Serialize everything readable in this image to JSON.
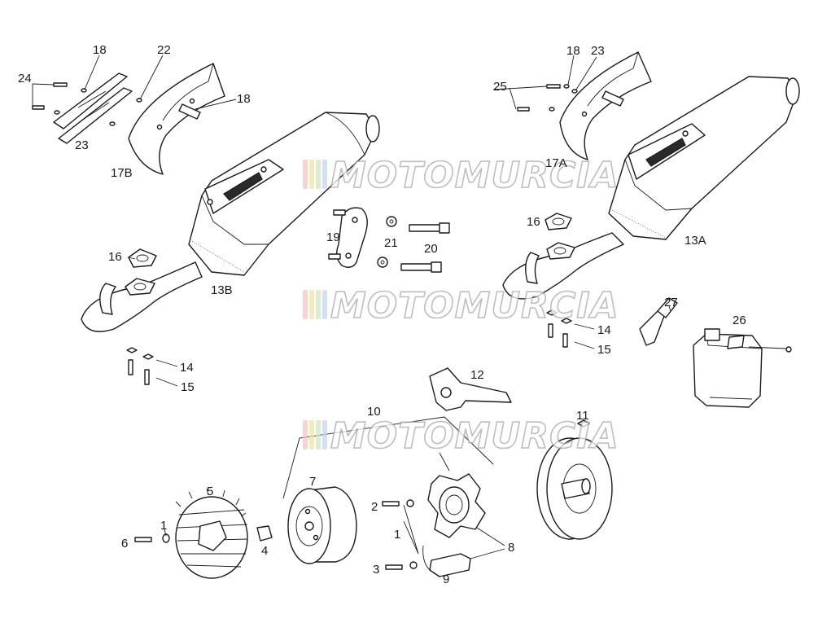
{
  "watermark": {
    "text": "MOTOMURCIA",
    "stripe_colors": [
      "#f2c6c2",
      "#f4e3a6",
      "#cfe6c4",
      "#c7d8ee"
    ]
  },
  "callouts": {
    "c1a": "1",
    "c1b": "1",
    "c2": "2",
    "c3": "3",
    "c4": "4",
    "c5": "5",
    "c6": "6",
    "c7": "7",
    "c8": "8",
    "c9": "9",
    "c10": "10",
    "c11": "11",
    "c12": "12",
    "c13a": "13A",
    "c13b": "13B",
    "c14l": "14",
    "c14r": "14",
    "c15l": "15",
    "c15r": "15",
    "c16l": "16",
    "c16r": "16",
    "c17a": "17A",
    "c17b": "17B",
    "c18a": "18",
    "c18b": "18",
    "c18c": "18",
    "c19": "19",
    "c20": "20",
    "c21": "21",
    "c22": "22",
    "c23a": "23",
    "c23b": "23",
    "c24": "24",
    "c25": "25",
    "c26": "26",
    "c27": "27"
  }
}
